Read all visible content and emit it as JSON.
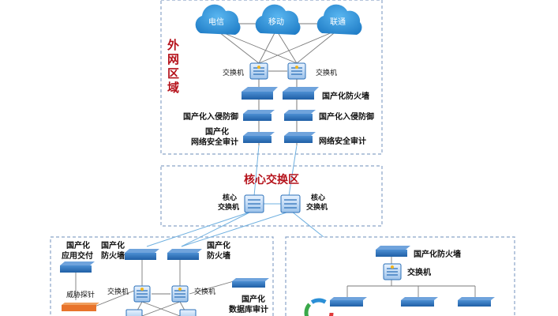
{
  "clouds": [
    "电信",
    "移动",
    "联通"
  ],
  "outer_zone": {
    "title_chars": [
      "外",
      "网",
      "区",
      "域"
    ],
    "switch_label": "交换机",
    "firewall_label": "国产化防火墙",
    "ips_label": "国产化入侵防御",
    "audit_label_line1": "国产化",
    "audit_label_line2": "网络安全审计"
  },
  "core_zone": {
    "title": "核心交换区",
    "switch_left_line1": "核心",
    "switch_left_line2": "交换机",
    "switch_right_line1": "核心",
    "switch_right_line2": "交换机"
  },
  "left_zone": {
    "app_delivery_line1": "国产化",
    "app_delivery_line2": "应用交付",
    "firewall_line1": "国产化",
    "firewall_line2": "防火墙",
    "threat_probe": "威胁探针",
    "switch_left": "交换机",
    "switch_right": "交换机",
    "db_audit_line1": "国产化",
    "db_audit_line2": "数据库审计"
  },
  "right_zone": {
    "firewall_label": "国产化防火墙",
    "switch_label": "交换机"
  },
  "colors": {
    "zone_title": "#b5121b",
    "device_blue": "#2a6fb8",
    "cloud_blue": "#2b8fd6",
    "dashed_border": "#8aa4c8",
    "link_gray": "#7a7a7a",
    "link_blue": "#6fb0e0"
  }
}
